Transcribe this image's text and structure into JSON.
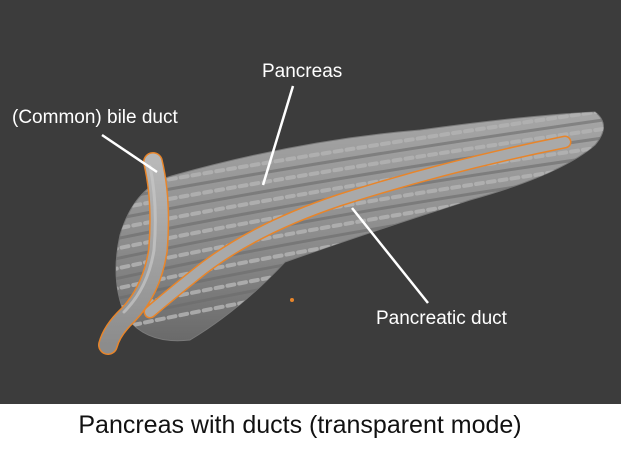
{
  "labels": {
    "pancreas": "Pancreas",
    "bile_duct": "(Common) bile duct",
    "pancreatic_duct": "Pancreatic duct"
  },
  "caption": "Pancreas with ducts (transparent mode)",
  "colors": {
    "viewport_background": "#3c3c3c",
    "organ_surface": "#8e8e8e",
    "selection_outline": "#e8852a",
    "annotation_text": "#ffffff",
    "caption_text": "#111111"
  }
}
